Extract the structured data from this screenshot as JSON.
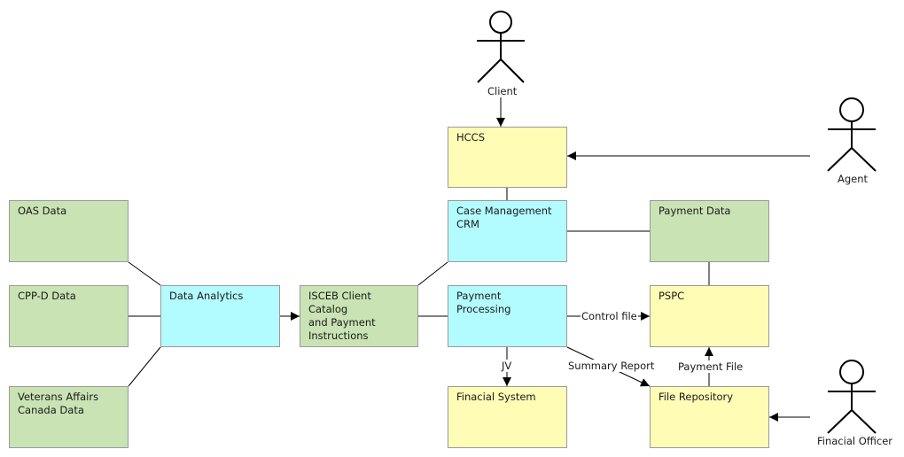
{
  "actors": {
    "client": "Client",
    "agent": "Agent",
    "officer": "Finacial Officer"
  },
  "boxes": {
    "hccs": "HCCS",
    "oas": "OAS Data",
    "cppd": "CPP-D Data",
    "vac": "Veterans Affairs\nCanada Data",
    "analytics": "Data Analytics",
    "isceb": "ISCEB Client Catalog\nand Payment\nInstructions",
    "crm": "Case Management\nCRM",
    "payproc": "Payment Processing",
    "paydata": "Payment Data",
    "pspc": "PSPC",
    "finsys": "Finacial System",
    "filerepo": "File Repository"
  },
  "connectors": {
    "control_file": "Control file",
    "jv": "JV",
    "summary_report": "Summary Report",
    "payment_file": "Payment File"
  },
  "colors": {
    "data_box": "#c9e3b4",
    "process_box": "#b2fbff",
    "system_box": "#fffcb6",
    "line": "#000000"
  }
}
